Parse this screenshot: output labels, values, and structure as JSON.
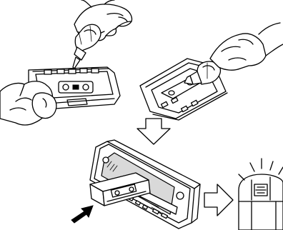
{
  "figure": {
    "panels": [
      "cleaning-cassette-step-1",
      "cleaning-cassette-step-2",
      "insert-cassette-step",
      "result-step"
    ],
    "icons": [
      "cleaning-fluid-bottle-icon",
      "hand-icon",
      "cassette-icon",
      "car-stereo-unit-icon",
      "down-arrow-icon",
      "right-arrow-icon",
      "insert-arrow-icon",
      "display-icon"
    ],
    "colors": {
      "line": "#000000",
      "background": "#ffffff"
    }
  }
}
